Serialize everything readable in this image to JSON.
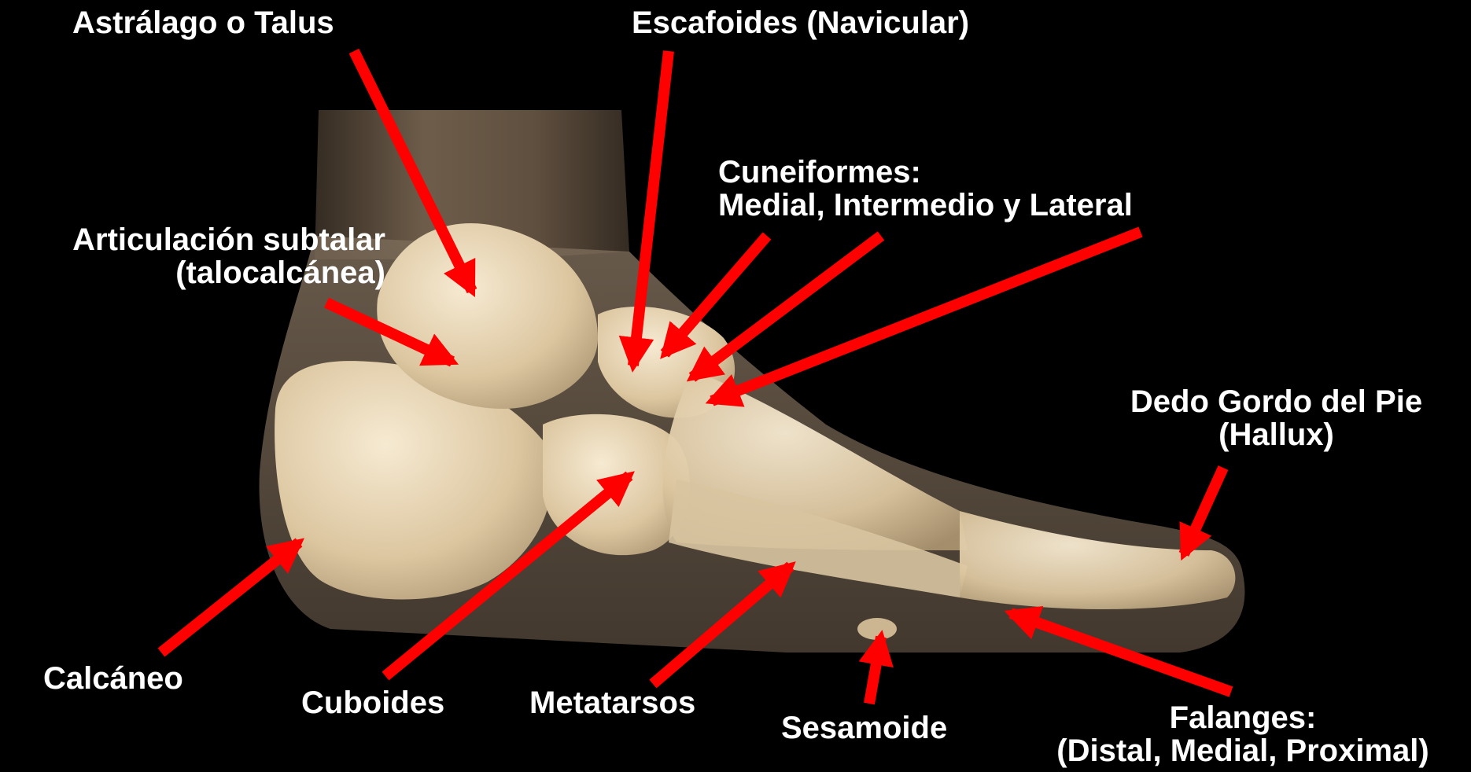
{
  "colors": {
    "background": "#000000",
    "label_text": "#ffffff",
    "arrow": "#ff0000",
    "soft_tissue": "#6b5a48",
    "bone": "#e8d6b4"
  },
  "labels": {
    "talus": "Astrálago o Talus",
    "navicular": "Escafoides (Navicular)",
    "cuneiforms": {
      "line1": "Cuneiformes:",
      "line2": "Medial, Intermedio y Lateral"
    },
    "subtalar": {
      "line1": "Articulación subtalar",
      "line2": "(talocalcánea)"
    },
    "hallux": {
      "line1": "Dedo Gordo del Pie",
      "line2": "(Hallux)"
    },
    "calcaneus": "Calcáneo",
    "cuboid": "Cuboides",
    "metatarsals": "Metatarsos",
    "sesamoid": "Sesamoide",
    "phalanges": {
      "line1": "Falanges:",
      "line2": "(Distal, Medial, Proximal)"
    }
  }
}
